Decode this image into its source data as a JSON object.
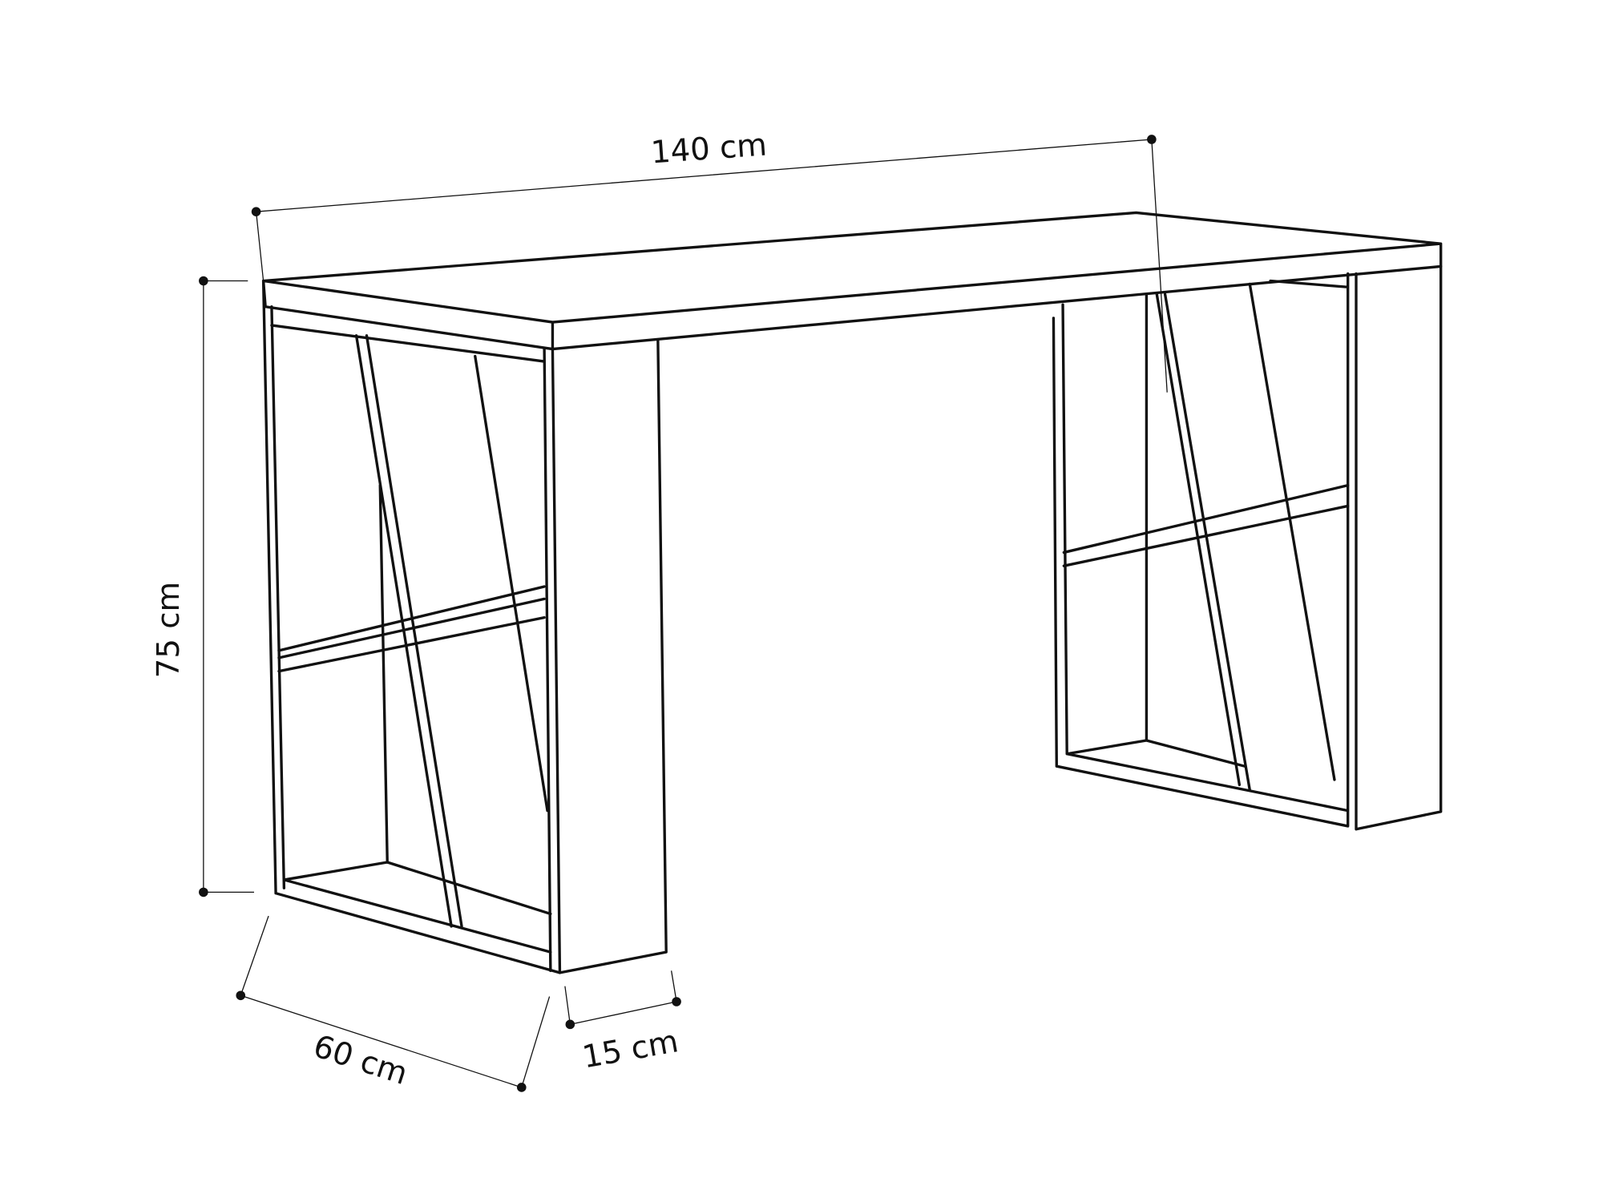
{
  "dimensions": {
    "width": "140 cm",
    "height": "75 cm",
    "depth": "60 cm",
    "leg_thickness": "15 cm"
  },
  "colors": {
    "line": "#111111",
    "background": "#ffffff"
  }
}
